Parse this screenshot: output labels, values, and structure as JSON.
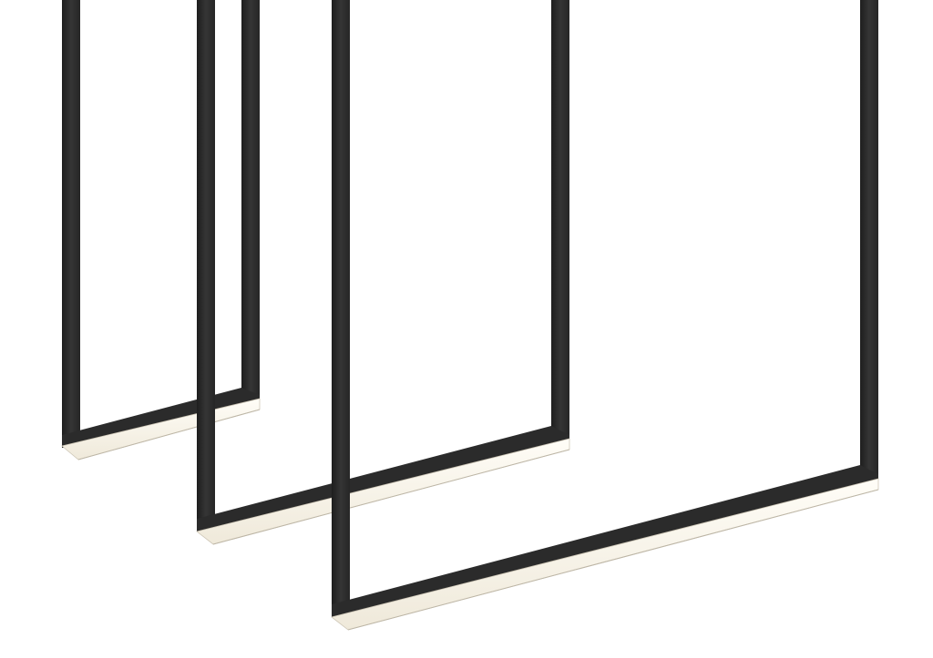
{
  "scene": {
    "description_visible_text": "",
    "colors": {
      "background": "#ffffff",
      "frame_dark": "#2b2b2b",
      "frame_edge": "#1a1a1a",
      "frame_shade": "#444444",
      "diffuser_light": "#fbf7ee",
      "diffuser_edge": "#cfc8b8"
    },
    "fixtures": [
      {
        "name": "small-pendant-frame"
      },
      {
        "name": "medium-pendant-frame"
      },
      {
        "name": "large-pendant-frame"
      }
    ]
  }
}
